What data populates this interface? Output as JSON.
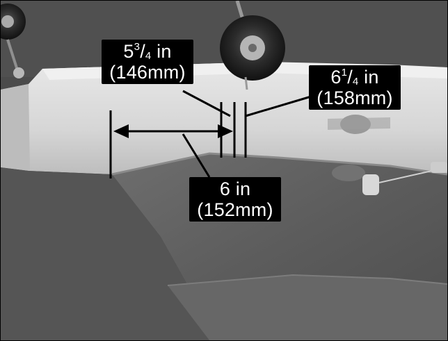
{
  "photo": {
    "colors": {
      "background": "#4a4a4a",
      "fuselage": "#dcdcdc",
      "wing": "#5b5b5b",
      "label_bg": "#000000",
      "label_fg": "#ffffff",
      "marker": "#000000"
    }
  },
  "labels": {
    "left_top": {
      "whole": "5",
      "num": "3",
      "slash": "/",
      "den": "4",
      "unit": " in",
      "metric": "(146mm)"
    },
    "right_top": {
      "whole": "6",
      "num": "1",
      "slash": "/",
      "den": "4",
      "unit": " in",
      "metric": "(158mm)"
    },
    "bottom": {
      "imperial": "6 in",
      "metric": "(152mm)"
    }
  }
}
